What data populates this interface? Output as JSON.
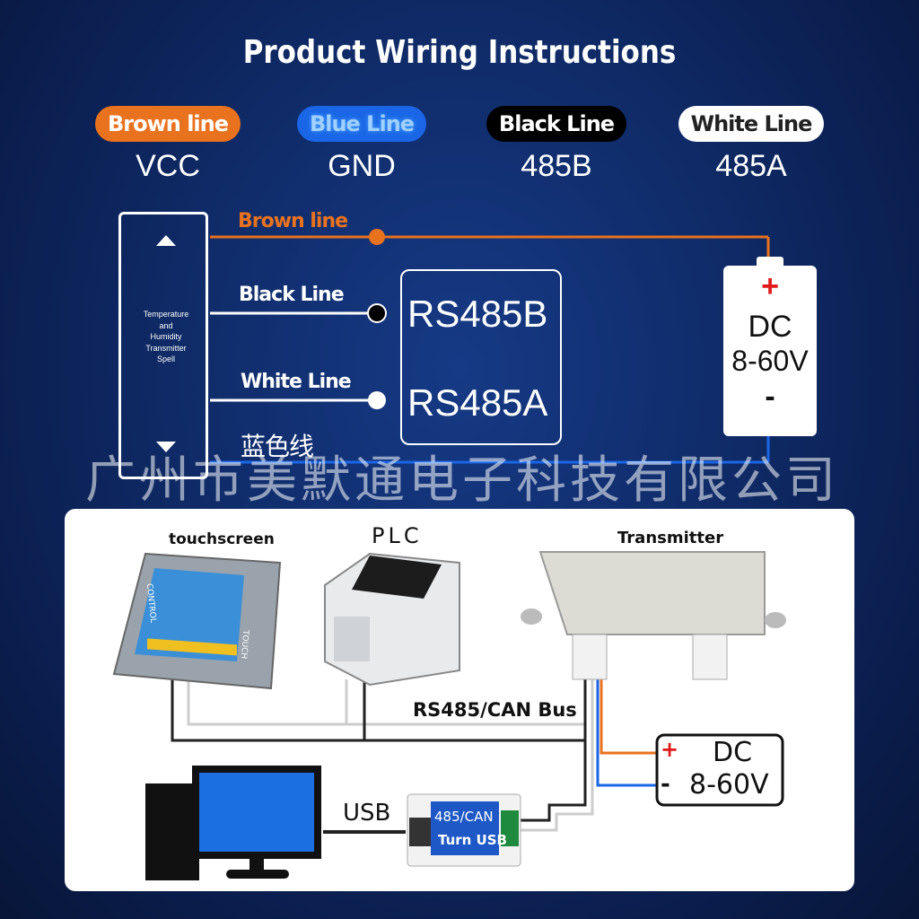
{
  "title": "Product Wiring Instructions",
  "legend": [
    {
      "line": "Brown line",
      "signal": "VCC",
      "color": "#e9721e"
    },
    {
      "line": "Blue Line",
      "signal": "GND",
      "color": "#1a66e6"
    },
    {
      "line": "Black Line",
      "signal": "485B",
      "color": "#000000"
    },
    {
      "line": "White Line",
      "signal": "485A",
      "color": "#ffffff"
    }
  ],
  "wiring": {
    "device_text": [
      "Temperature",
      "and",
      "Humidity",
      "Transmitter",
      "Spell"
    ],
    "brown_label": "Brown line",
    "black_label": "Black Line",
    "white_label": "White Line",
    "blue_label": "蓝色线",
    "rs485b": "RS485B",
    "rs485a": "RS485A",
    "dc_plus": "+",
    "dc_text": "DC",
    "dc_range": "8-60V",
    "dc_minus": "-"
  },
  "watermark": "广州市美默通电子科技有限公司",
  "bottom": {
    "touchscreen": "touchscreen",
    "plc": "PLC",
    "transmitter": "Transmitter",
    "bus": "RS485/CAN Bus",
    "usb": "USB",
    "converter_line1": "485/CAN",
    "converter_line2": "Turn USB",
    "dc_plus": "+",
    "dc_minus": "-",
    "dc_text": "DC",
    "dc_range": "8-60V",
    "screen_side_left": "CONTROL",
    "screen_side_right": "TOUCH"
  }
}
